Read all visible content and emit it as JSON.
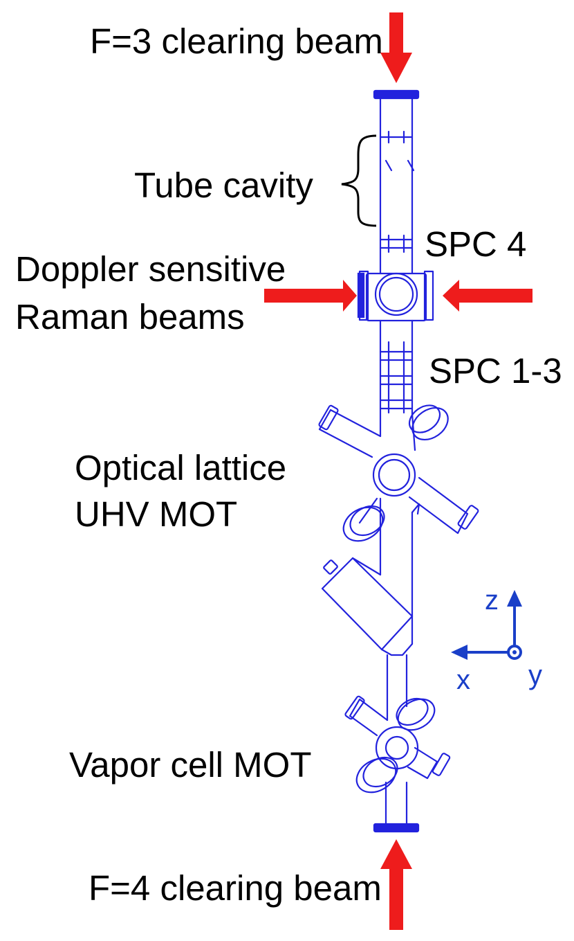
{
  "labels": {
    "top_beam": "F=3 clearing beam",
    "tube_cavity": "Tube cavity",
    "spc4": "SPC 4",
    "raman_line1": "Doppler sensitive",
    "raman_line2": "Raman beams",
    "spc13": "SPC 1-3",
    "lattice_line1": "Optical lattice",
    "lattice_line2": "UHV MOT",
    "vapor_mot": "Vapor cell MOT",
    "bottom_beam": "F=4 clearing beam"
  },
  "axes": {
    "z": "z",
    "x": "x",
    "y": "y"
  },
  "colors": {
    "beam": "#ee1c1c",
    "apparatus": "#2222dd",
    "axes": "#1a3fc8",
    "text": "#000000"
  }
}
